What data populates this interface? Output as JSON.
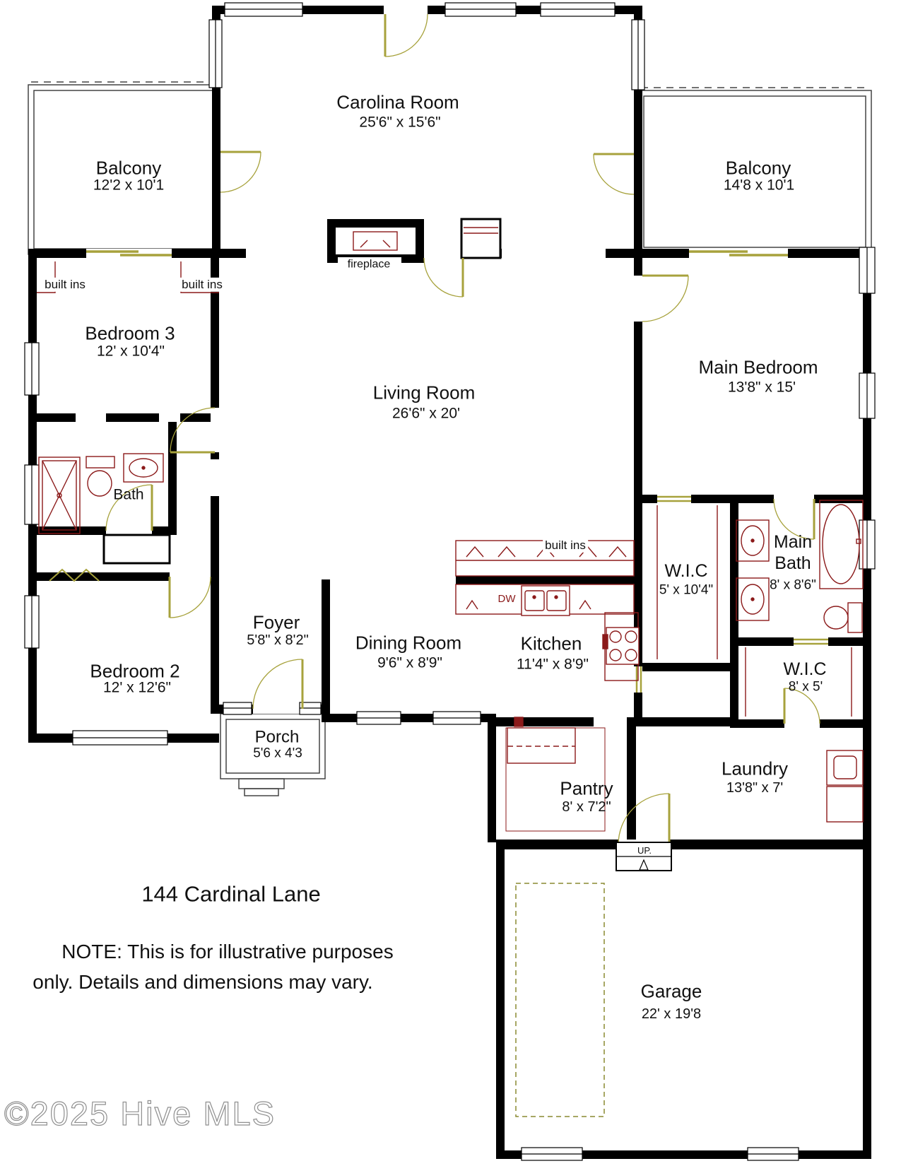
{
  "rooms": {
    "carolina_room": {
      "name": "Carolina Room",
      "dims": "25'6\" x 15'6\""
    },
    "balcony_left": {
      "name": "Balcony",
      "dims": "12'2 x 10'1"
    },
    "balcony_right": {
      "name": "Balcony",
      "dims": "14'8 x 10'1"
    },
    "bedroom3": {
      "name": "Bedroom 3",
      "dims": "12' x 10'4\""
    },
    "living_room": {
      "name": "Living Room",
      "dims": "26'6\" x 20'"
    },
    "main_bedroom": {
      "name": "Main Bedroom",
      "dims": "13'8\" x 15'"
    },
    "bath": {
      "name": "Bath"
    },
    "foyer": {
      "name": "Foyer",
      "dims": "5'8\" x 8'2\""
    },
    "dining_room": {
      "name": "Dining Room",
      "dims": "9'6\" x 8'9\""
    },
    "kitchen": {
      "name": "Kitchen",
      "dims": "11'4\" x 8'9\""
    },
    "wic_main": {
      "name": "W.I.C",
      "dims": "5' x 10'4\""
    },
    "main_bath": {
      "name": "Main Bath",
      "dims": "8' x 8'6\""
    },
    "bedroom2": {
      "name": "Bedroom 2",
      "dims": "12' x 12'6\""
    },
    "porch": {
      "name": "Porch",
      "dims": "5'6 x 4'3"
    },
    "wic_2": {
      "name": "W.I.C",
      "dims": "8' x 5'"
    },
    "pantry": {
      "name": "Pantry",
      "dims": "8' x 7'2\""
    },
    "laundry": {
      "name": "Laundry",
      "dims": "13'8\" x 7'"
    },
    "garage": {
      "name": "Garage",
      "dims": "22' x 19'8"
    }
  },
  "annotations": {
    "built_ins_left": "built ins",
    "built_ins_right": "built ins",
    "built_ins_kitchen": "built ins",
    "fireplace": "fireplace",
    "dishwasher": "DW",
    "stairs_up": "UP."
  },
  "footer": {
    "address": "144 Cardinal Lane",
    "note_line1": "NOTE: This is for illustrative purposes",
    "note_line2": "only. Details and dimensions may vary.",
    "watermark": "©2025 Hive MLS"
  },
  "colors": {
    "wall": "#000000",
    "fixture": "#8b1a1a",
    "door": "#a7a23c",
    "storage_dashed": "#8a8a30"
  }
}
